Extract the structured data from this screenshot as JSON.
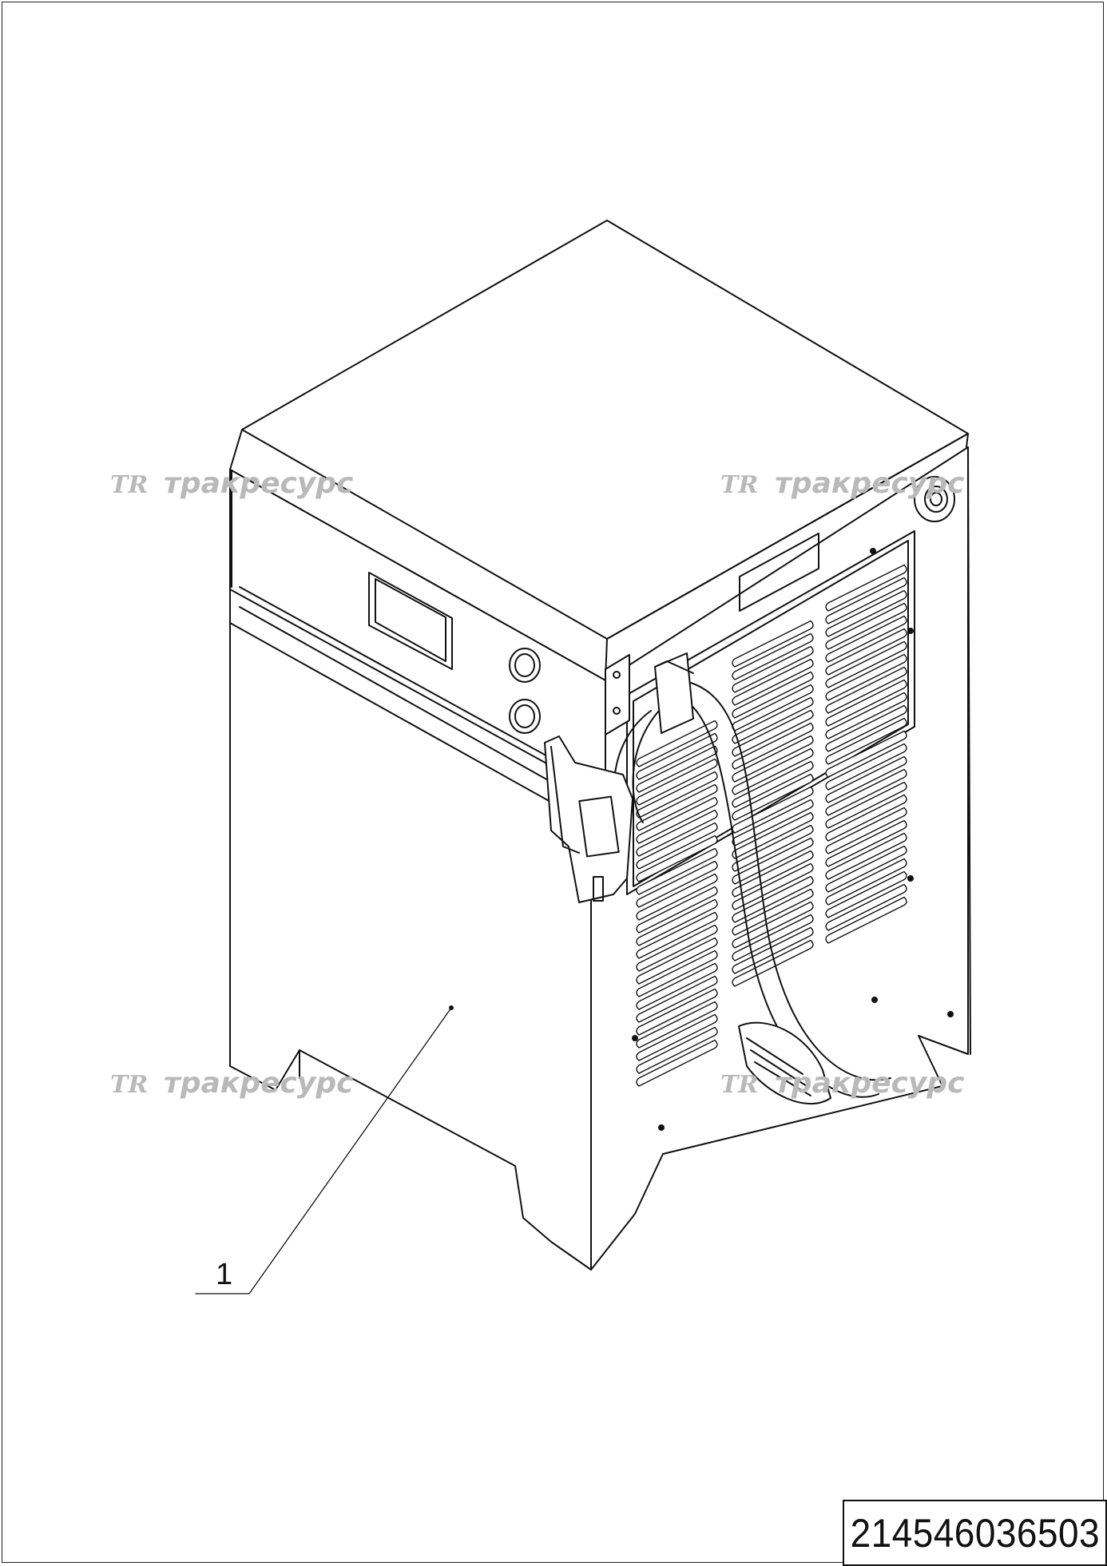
{
  "drawing": {
    "callouts": [
      {
        "label": "1"
      }
    ],
    "part_number": "214546036503",
    "watermark": {
      "logo": "TR",
      "text": "тракресурс"
    }
  }
}
